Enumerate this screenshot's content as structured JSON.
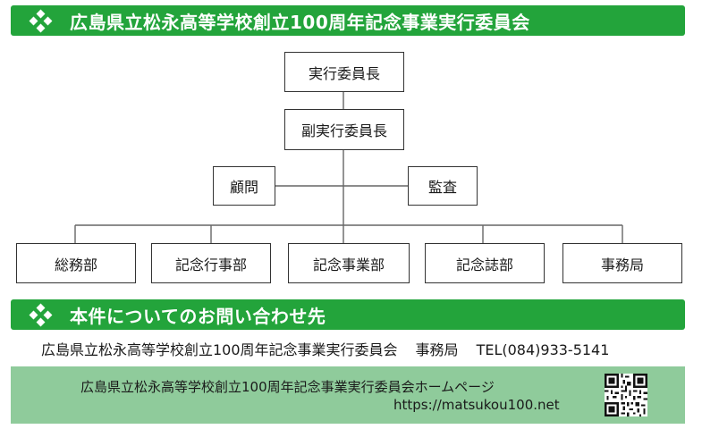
{
  "headers": {
    "committee": "広島県立松永高等学校創立100周年記念事業実行委員会",
    "contact": "本件についてのお問い合わせ先"
  },
  "org": {
    "chair": "実行委員長",
    "vice_chair": "副実行委員長",
    "advisor": "顧問",
    "auditor": "監査",
    "departments": [
      "総務部",
      "記念行事部",
      "記念事業部",
      "記念誌部",
      "事務局"
    ]
  },
  "contact": {
    "org_name": "広島県立松永高等学校創立100周年記念事業実行委員会",
    "office": "事務局",
    "tel": "TEL(084)933-5141"
  },
  "homepage": {
    "title": "広島県立松永高等学校創立100周年記念事業実行委員会ホームページ",
    "url": "https://matsukou100.net"
  },
  "colors": {
    "header_green": "#23a43b",
    "homepage_band": "#8fcb9b"
  },
  "icons": [
    "diamond-cluster-icon",
    "qr-code-icon"
  ]
}
